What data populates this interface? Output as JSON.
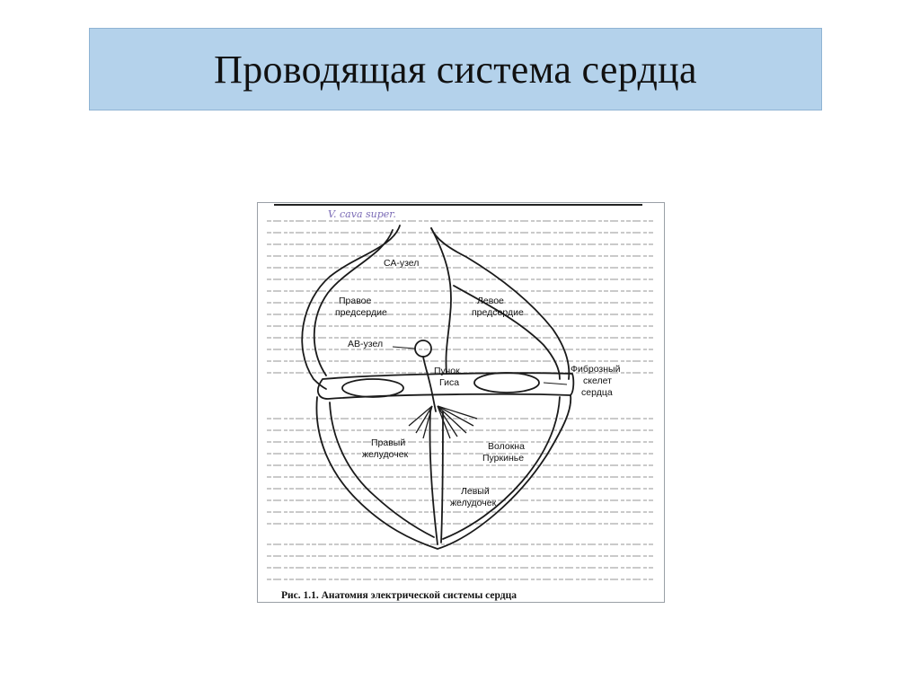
{
  "slide": {
    "title": "Проводящая система сердца"
  },
  "figure": {
    "handwritten_note": "V. cava super.",
    "labels": {
      "sa_node": "СА-узел",
      "right_atrium_1": "Правое",
      "right_atrium_2": "предсердие",
      "left_atrium_1": "Левое",
      "left_atrium_2": "предсердие",
      "av_node": "АВ-узел",
      "his_1": "Пучок",
      "his_2": "Гиса",
      "fibrous_1": "Фиброзный",
      "fibrous_2": "скелет",
      "fibrous_3": "сердца",
      "right_ventricle_1": "Правый",
      "right_ventricle_2": "желудочек",
      "purkinje_1": "Волокна",
      "purkinje_2": "Пуркинье",
      "left_ventricle_1": "Левый",
      "left_ventricle_2": "желудочек"
    },
    "caption": "Рис. 1.1. Анатомия электрической системы сердца"
  }
}
